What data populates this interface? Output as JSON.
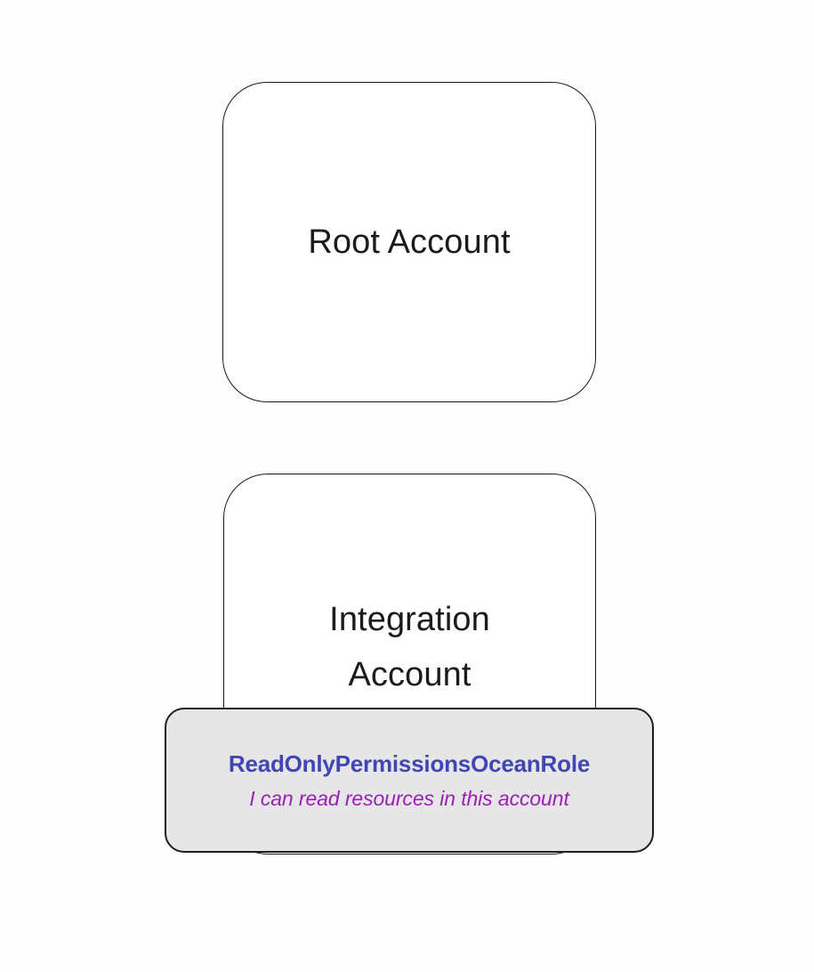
{
  "diagram": {
    "type": "account-hierarchy-diagram",
    "background_color": "#fdfdfd",
    "nodes": {
      "root_account": {
        "label": "Root Account",
        "fill_color": "#ffffff",
        "border_color": "#1a1a1a"
      },
      "integration_account": {
        "label": "Integration\nAccount",
        "fill_color": "#ffffff",
        "border_color": "#1a1a1a"
      },
      "role_card": {
        "name": "ReadOnlyPermissionsOceanRole",
        "description": "I can read resources in this account",
        "fill_color": "#e6e6e6",
        "border_color": "#1f1f1f",
        "name_color": "#4046b5",
        "description_color": "#9b1fb5"
      }
    }
  }
}
